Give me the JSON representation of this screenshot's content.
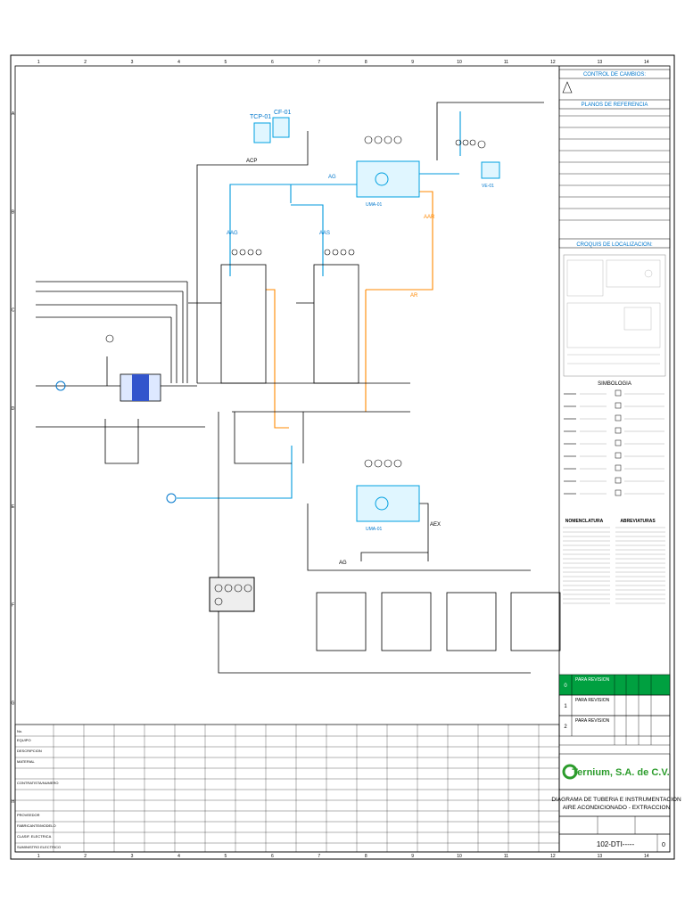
{
  "drawing": {
    "control_de_cambios": "CONTROL DE CAMBIOS:",
    "planos_referencia": "PLANOS DE REFERENCIA",
    "croquis": "CROQUIS DE LOCALIZACION:",
    "simbologia": "SIMBOLOGIA",
    "nomenclatura": "NOMENCLATURA",
    "abreviaturas": "ABREVIATURAS",
    "company": "Ternium, S.A. de C.V.",
    "title_line1": "DIAGRAMA DE TUBERIA E INSTRUMENTACION",
    "title_line2": "AIRE ACONDICIONADO - EXTRACCION",
    "drawing_no": "102-DTI-----",
    "rev": "0",
    "equipment_tags": {
      "tcp": "TCP-01",
      "cf": "CF-01",
      "uma1": "UMA-01",
      "uma2": "UMA-01",
      "ve": "VE-01"
    },
    "line_labels": {
      "acp": "ACP",
      "ag": "AG",
      "aag": "AAG",
      "aas": "AAS",
      "aar": "AAR",
      "ar": "AR",
      "aex": "AEX"
    },
    "column_numbers": [
      "1",
      "2",
      "3",
      "4",
      "5",
      "6",
      "7",
      "8",
      "9",
      "10",
      "11",
      "12",
      "13",
      "14"
    ],
    "row_letters": [
      "A",
      "B",
      "C",
      "D",
      "E",
      "F",
      "G",
      "H"
    ],
    "revision_rows": [
      {
        "no": "2",
        "desc": "PARA REVISION"
      },
      {
        "no": "1",
        "desc": "PARA REVISION"
      },
      {
        "no": "0",
        "desc": "PARA REVISION"
      }
    ],
    "bom_labels": [
      "No.",
      "EQUIPO",
      "DESCRIPCION",
      "MATERIAL",
      "CONTRATISTA/NUMERO",
      "PROVEEDOR",
      "FABRICANTE/MODELO",
      "CLASIF. ELECTRICA",
      "SUMINISTRO ELECTRICO"
    ]
  },
  "colors": {
    "line": "#000000",
    "chilled_water": "#0099dd",
    "condensate": "#ff8800",
    "equipment": "#00a0e0",
    "company_logo": "#2c9c2c",
    "title_block": "#00a040"
  }
}
